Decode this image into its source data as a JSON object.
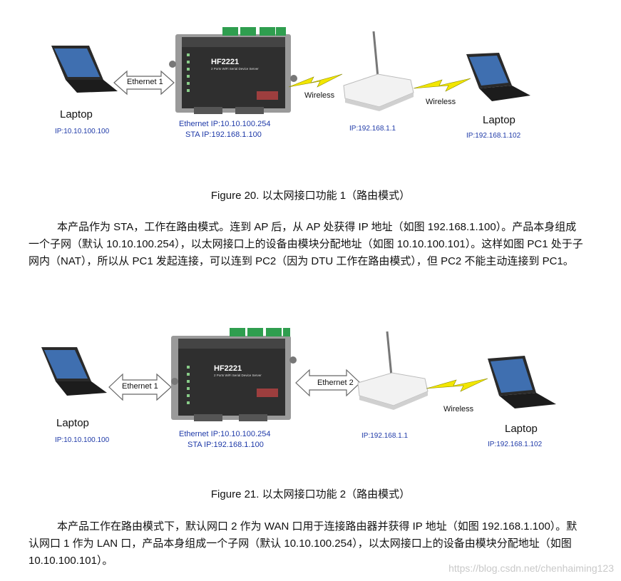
{
  "figure1": {
    "device_name": "HF2221",
    "device_subtitle": "2 Ports WiFi Serial Device Server",
    "left_laptop_label": "Laptop",
    "left_laptop_ip": "IP:10.10.100.100",
    "eth_arrow_label": "Ethernet 1",
    "device_eth_ip": "Ethernet IP:10.10.100.254",
    "device_sta_ip": "STA IP:192.168.1.100",
    "wireless_label_1": "Wireless",
    "router_ip": "IP:192.168.1.1",
    "wireless_label_2": "Wireless",
    "right_laptop_label": "Laptop",
    "right_laptop_ip": "IP:192.168.1.102"
  },
  "caption1": "Figure 20.   以太网接口功能 1（路由模式）",
  "paragraph1": "本产品作为 STA，工作在路由模式。连到 AP 后，从 AP 处获得 IP 地址（如图 192.168.1.100）。产品本身组成一个子网（默认 10.10.100.254），以太网接口上的设备由模块分配地址（如图 10.10.100.101）。这样如图 PC1 处于子网内（NAT），所以从 PC1 发起连接，可以连到 PC2（因为 DTU 工作在路由模式），但 PC2 不能主动连接到 PC1。",
  "figure2": {
    "device_name": "HF2221",
    "device_subtitle": "2 Ports WiFi Serial Device Server",
    "left_laptop_label": "Laptop",
    "left_laptop_ip": "IP:10.10.100.100",
    "eth1_arrow_label": "Ethernet 1",
    "device_eth_ip": "Ethernet IP:10.10.100.254",
    "device_sta_ip": "STA IP:192.168.1.100",
    "eth2_arrow_label": "Ethernet 2",
    "router_ip": "IP:192.168.1.1",
    "wireless_label": "Wireless",
    "right_laptop_label": "Laptop",
    "right_laptop_ip": "IP:192.168.1.102"
  },
  "caption2": "Figure 21.   以太网接口功能 2（路由模式）",
  "paragraph2": "本产品工作在路由模式下，默认网口 2 作为 WAN 口用于连接路由器并获得 IP 地址（如图 192.168.1.100）。默认网口 1 作为 LAN 口，产品本身组成一个子网（默认 10.10.100.254），以太网接口上的设备由模块分配地址（如图 10.10.100.101）。",
  "watermark": "https://blog.csdn.net/chenhaiming123",
  "colors": {
    "ip_blue": "#1f3aa8",
    "lightning": "#f2e600",
    "device_body": "#3a3a3a",
    "terminal_green": "#2f9e4f"
  }
}
